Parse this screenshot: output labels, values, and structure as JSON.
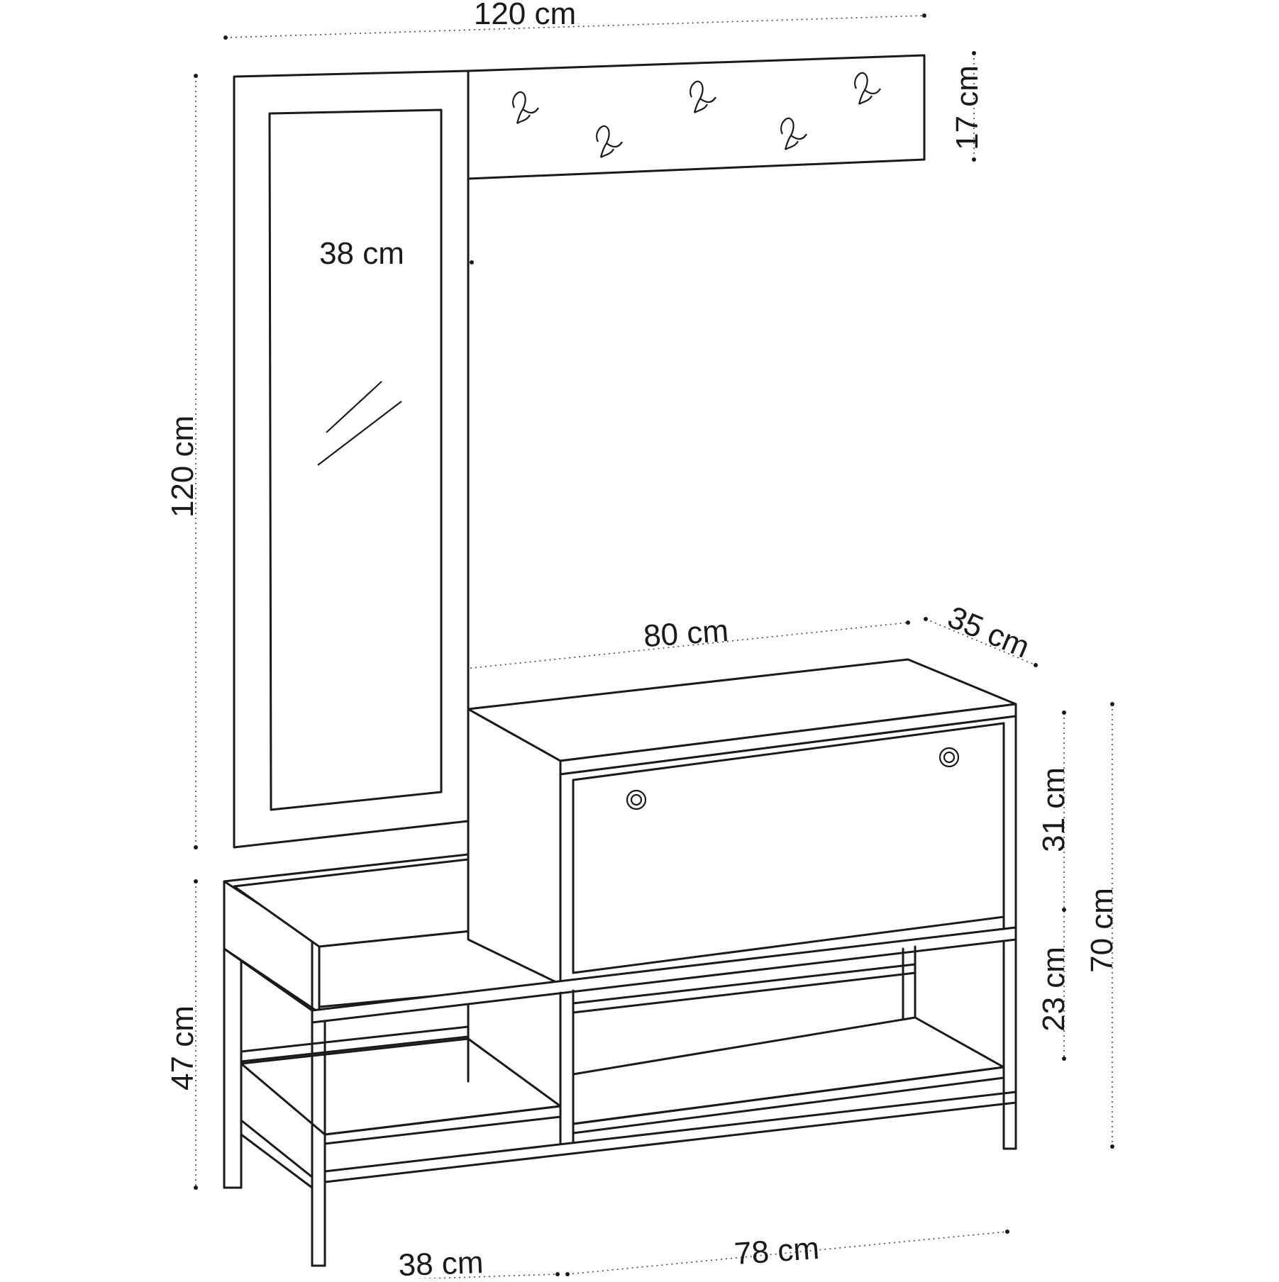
{
  "dimensions": {
    "overall_width": "120 cm",
    "hook_panel_height": "17 cm",
    "mirror_width": "38 cm",
    "overall_height": "120 cm",
    "cabinet_width": "80 cm",
    "cabinet_depth": "35 cm",
    "cabinet_height": "31 cm",
    "total_height": "70 cm",
    "shelf_height": "23 cm",
    "bench_height": "47 cm",
    "bottom_right_width": "78 cm",
    "bottom_left_width": "38 cm"
  },
  "colors": {
    "line": "#1a1a1a",
    "background": "#ffffff"
  }
}
